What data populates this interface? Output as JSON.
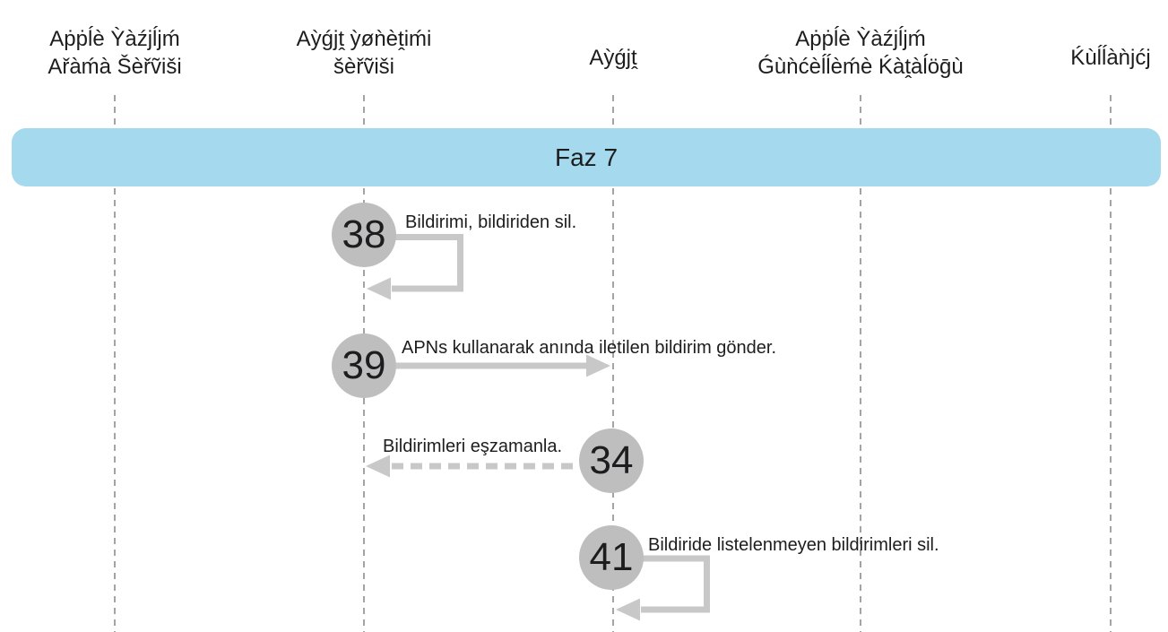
{
  "diagram": {
    "phase": {
      "label": "Faz 7"
    },
    "actors": [
      {
        "name": "apple-software-lookup-service",
        "label": "Aṗṗĺè Ỳàźjĺjḿ\nAřàḿà Šèřṽiši"
      },
      {
        "name": "device-management-service",
        "label": "Aỳǵjṱ ỳøǹèṱiḿi\nšèřṽiši"
      },
      {
        "name": "device",
        "label": "Aỳǵjṱ"
      },
      {
        "name": "apple-software-update-catalog",
        "label": "Aṗṗĺè Ỳàźjĺjḿ\nǴùǹćèĺĺèḿè Ḱàṱàĺöḡù"
      },
      {
        "name": "user",
        "label": "Ḱùĺĺàǹjćj"
      }
    ],
    "steps": [
      {
        "number": "38",
        "label": "Bildirimi, bildiriden sil.",
        "type": "self-loop",
        "actor": "device-management-service"
      },
      {
        "number": "39",
        "label": "APNs kullanarak anında iletilen bildirim gönder.",
        "type": "solid-arrow",
        "from": "device-management-service",
        "to": "device"
      },
      {
        "number": "34",
        "label": "Bildirimleri eşzamanla.",
        "type": "dashed-arrow",
        "from": "device",
        "to": "device-management-service"
      },
      {
        "number": "41",
        "label": "Bildiride listelenmeyen bildirimleri sil.",
        "type": "self-loop",
        "actor": "device"
      }
    ]
  },
  "colors": {
    "banner_blue": "#a5d9ee",
    "circle_gray": "#bebebe",
    "arrow_gray": "#c8c8c8",
    "lifeline_gray": "#a4a4a4",
    "text_black": "#1d1d1f"
  }
}
